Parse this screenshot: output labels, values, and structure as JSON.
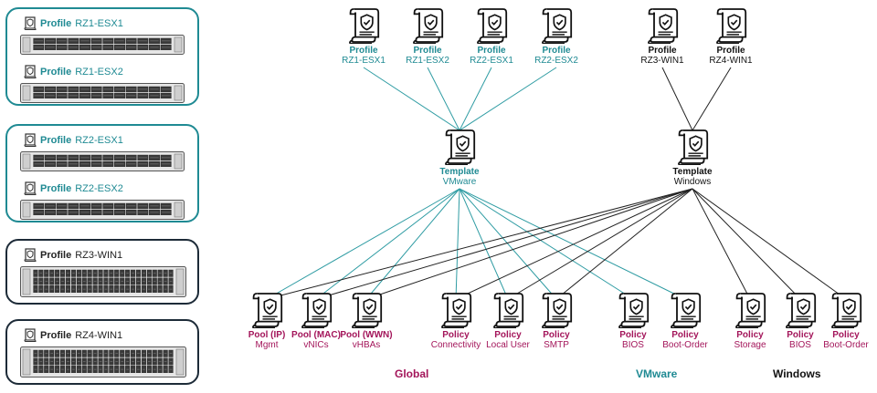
{
  "colors": {
    "teal": "#1f8a93",
    "dark": "#1d2b38",
    "policy_red": "#a3155a",
    "wire_teal": "#2f9ca3",
    "wire_dark": "#222222"
  },
  "servers": {
    "rz1": {
      "items": [
        {
          "word": "Profile",
          "name": "RZ1-ESX1"
        },
        {
          "word": "Profile",
          "name": "RZ1-ESX2"
        }
      ]
    },
    "rz2": {
      "items": [
        {
          "word": "Profile",
          "name": "RZ2-ESX1"
        },
        {
          "word": "Profile",
          "name": "RZ2-ESX2"
        }
      ]
    },
    "rz3": {
      "items": [
        {
          "word": "Profile",
          "name": "RZ3-WIN1"
        }
      ]
    },
    "rz4": {
      "items": [
        {
          "word": "Profile",
          "name": "RZ4-WIN1"
        }
      ]
    }
  },
  "profiles": [
    {
      "title": "Profile",
      "sub": "RZ1-ESX1"
    },
    {
      "title": "Profile",
      "sub": "RZ1-ESX2"
    },
    {
      "title": "Profile",
      "sub": "RZ2-ESX1"
    },
    {
      "title": "Profile",
      "sub": "RZ2-ESX2"
    },
    {
      "title": "Profile",
      "sub": "RZ3-WIN1"
    },
    {
      "title": "Profile",
      "sub": "RZ4-WIN1"
    }
  ],
  "templates": [
    {
      "title": "Template",
      "sub": "VMware"
    },
    {
      "title": "Template",
      "sub": "Windows"
    }
  ],
  "policies": [
    {
      "title": "Pool (IP)",
      "sub": "Mgmt"
    },
    {
      "title": "Pool (MAC)",
      "sub": "vNICs"
    },
    {
      "title": "Pool (WWN)",
      "sub": "vHBAs"
    },
    {
      "title": "Policy",
      "sub": "Connectivity"
    },
    {
      "title": "Policy",
      "sub": "Local User"
    },
    {
      "title": "Policy",
      "sub": "SMTP"
    },
    {
      "title": "Policy",
      "sub": "BIOS"
    },
    {
      "title": "Policy",
      "sub": "Boot-Order"
    },
    {
      "title": "Policy",
      "sub": "Storage"
    },
    {
      "title": "Policy",
      "sub": "BIOS"
    },
    {
      "title": "Policy",
      "sub": "Boot-Order"
    }
  ],
  "groups": {
    "global": "Global",
    "vmware": "VMware",
    "windows": "Windows"
  }
}
